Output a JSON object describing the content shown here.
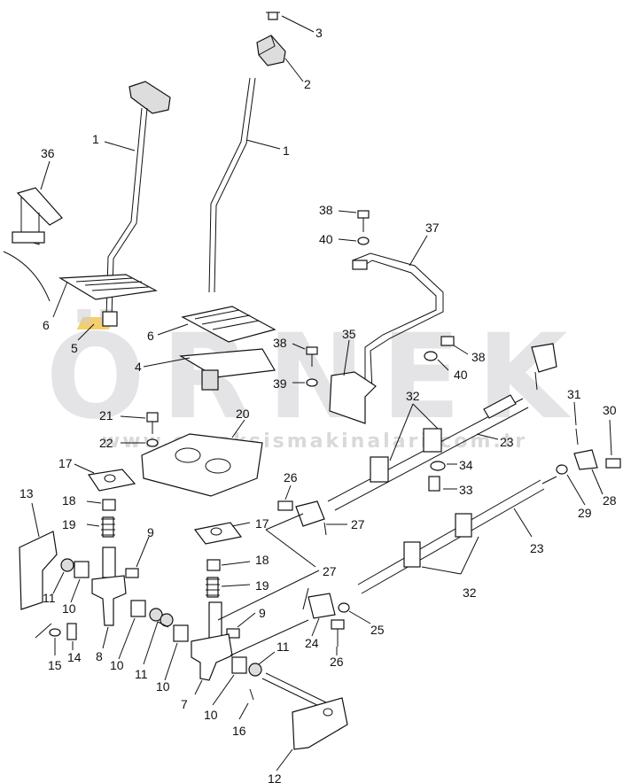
{
  "watermark": {
    "brand": "ÖRNEK",
    "url": "www.orneksismakinalari.com.tr",
    "accent_color": "#f3c24a"
  },
  "callouts": [
    "1",
    "2",
    "3",
    "4",
    "5",
    "6",
    "7",
    "8",
    "9",
    "10",
    "11",
    "12",
    "13",
    "14",
    "15",
    "16",
    "17",
    "18",
    "19",
    "20",
    "21",
    "22",
    "23",
    "24",
    "25",
    "26",
    "27",
    "28",
    "29",
    "30",
    "31",
    "32",
    "33",
    "34",
    "35",
    "36",
    "37",
    "38",
    "39",
    "40"
  ],
  "labels": {
    "l3": "3",
    "l2": "2",
    "l1a": "1",
    "l1b": "1",
    "l36": "36",
    "l38a": "38",
    "l40a": "40",
    "l37": "37",
    "l6a": "6",
    "l5": "5",
    "l6b": "6",
    "l38b": "38",
    "l35": "35",
    "l38c": "38",
    "l4": "4",
    "l39": "39",
    "l40b": "40",
    "l32a": "32",
    "l31": "31",
    "l30": "30",
    "l21": "21",
    "l20": "20",
    "l22": "22",
    "l23a": "23",
    "l17a": "17",
    "l34": "34",
    "l26a": "26",
    "l33": "33",
    "l13": "13",
    "l18a": "18",
    "l29": "29",
    "l28": "28",
    "l19a": "19",
    "l27a": "27",
    "l9a": "9",
    "l17b": "17",
    "l23b": "23",
    "l18b": "18",
    "l11a": "11",
    "l27b": "27",
    "l10a": "10",
    "l19b": "19",
    "l32b": "32",
    "l9b": "9",
    "l25": "25",
    "l24": "24",
    "l11b": "11",
    "l15": "15",
    "l14": "14",
    "l8": "8",
    "l10b": "10",
    "l11c": "11",
    "l10c": "10",
    "l26b": "26",
    "l7": "7",
    "l10d": "10",
    "l16": "16",
    "l12": "12"
  }
}
